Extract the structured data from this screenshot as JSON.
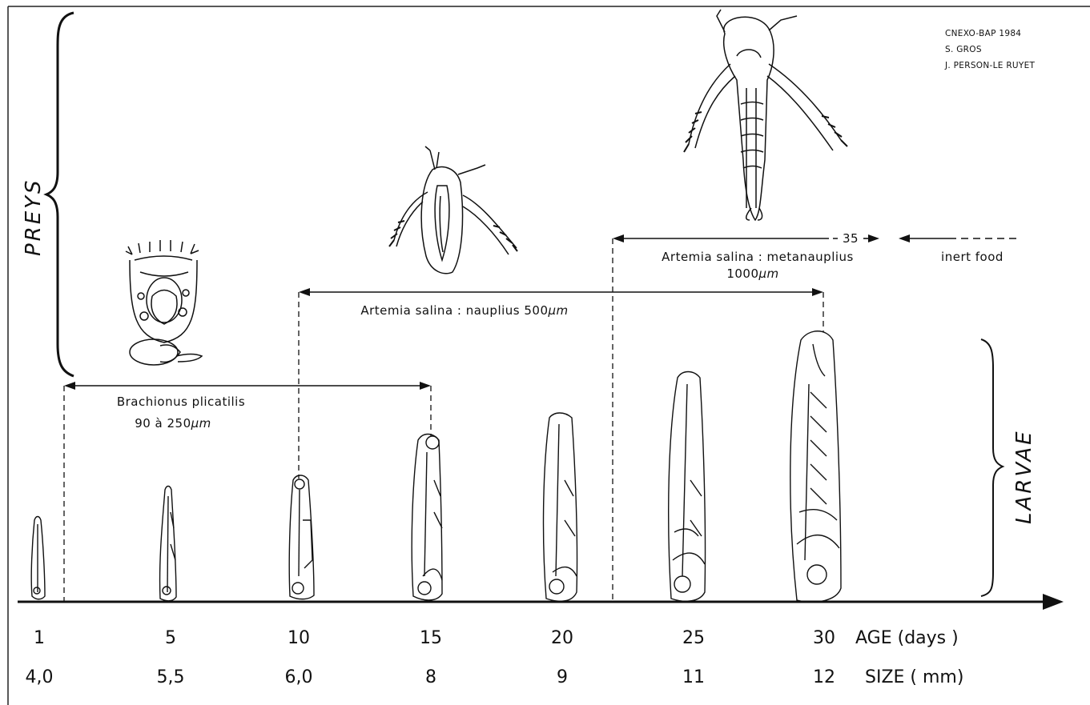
{
  "credits": [
    "CNEXO-BAP 1984",
    "S. GROS",
    "J. PERSON-LE RUYET"
  ],
  "side_labels": {
    "preys": "PREYS",
    "larvae": "LARVAE"
  },
  "axis": {
    "age_title": "AGE (days )",
    "size_title": "SIZE ( mm)",
    "ages": [
      "1",
      "5",
      "10",
      "15",
      "20",
      "25",
      "30"
    ],
    "sizes": [
      "4,0",
      "5,5",
      "6,0",
      "8",
      "9",
      "11",
      "12"
    ]
  },
  "feeding_periods": [
    {
      "name": "brachionus",
      "line1": "Brachionus plicatilis",
      "line2": "90 à 250",
      "unit": "µm"
    },
    {
      "name": "nauplius",
      "line1": "Artemia salina : nauplius 500",
      "unit": "µm"
    },
    {
      "name": "metanauplius",
      "line1": "Artemia salina : metanauplius",
      "line2": "1000",
      "unit": "µm",
      "marker": "35"
    },
    {
      "name": "inert-food",
      "line1": "inert food"
    }
  ],
  "larvae": [
    {
      "age": "1",
      "size": "4,0"
    },
    {
      "age": "5",
      "size": "5,5"
    },
    {
      "age": "10",
      "size": "6,0"
    },
    {
      "age": "15",
      "size": "8"
    },
    {
      "age": "20",
      "size": "9"
    },
    {
      "age": "25",
      "size": "11"
    },
    {
      "age": "30",
      "size": "12"
    }
  ]
}
